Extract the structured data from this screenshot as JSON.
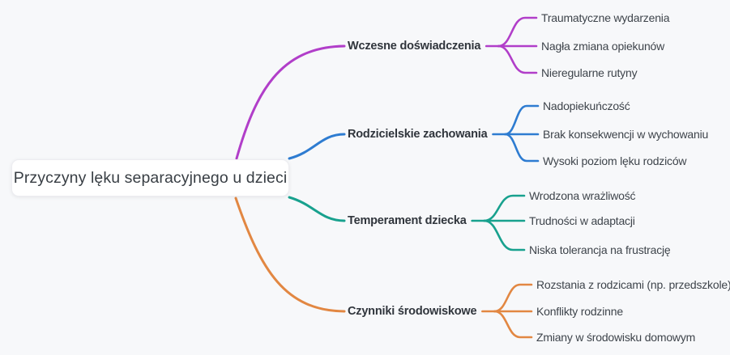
{
  "canvas": {
    "background_color": "#f7f8fa"
  },
  "root": {
    "label": "Przyczyny lęku separacyjnego u dzieci"
  },
  "branches": [
    {
      "label": "Wczesne doświadczenia",
      "color": "#b13ec9",
      "children": [
        "Traumatyczne wydarzenia",
        "Nagła zmiana opiekunów",
        "Nieregularne rutyny"
      ]
    },
    {
      "label": "Rodzicielskie zachowania",
      "color": "#2e7cd1",
      "children": [
        "Nadopiekuńczość",
        "Brak konsekwencji w wychowaniu",
        "Wysoki poziom lęku rodziców"
      ]
    },
    {
      "label": "Temperament dziecka",
      "color": "#18a18e",
      "children": [
        "Wrodzona wrażliwość",
        "Trudności w adaptacji",
        "Niska tolerancja na frustrację"
      ]
    },
    {
      "label": "Czynniki środowiskowe",
      "color": "#e28742",
      "children": [
        "Rozstania z rodzicami (np. przedszkole)",
        "Konflikty rodzinne",
        "Zmiany w środowisku domowym"
      ]
    }
  ]
}
